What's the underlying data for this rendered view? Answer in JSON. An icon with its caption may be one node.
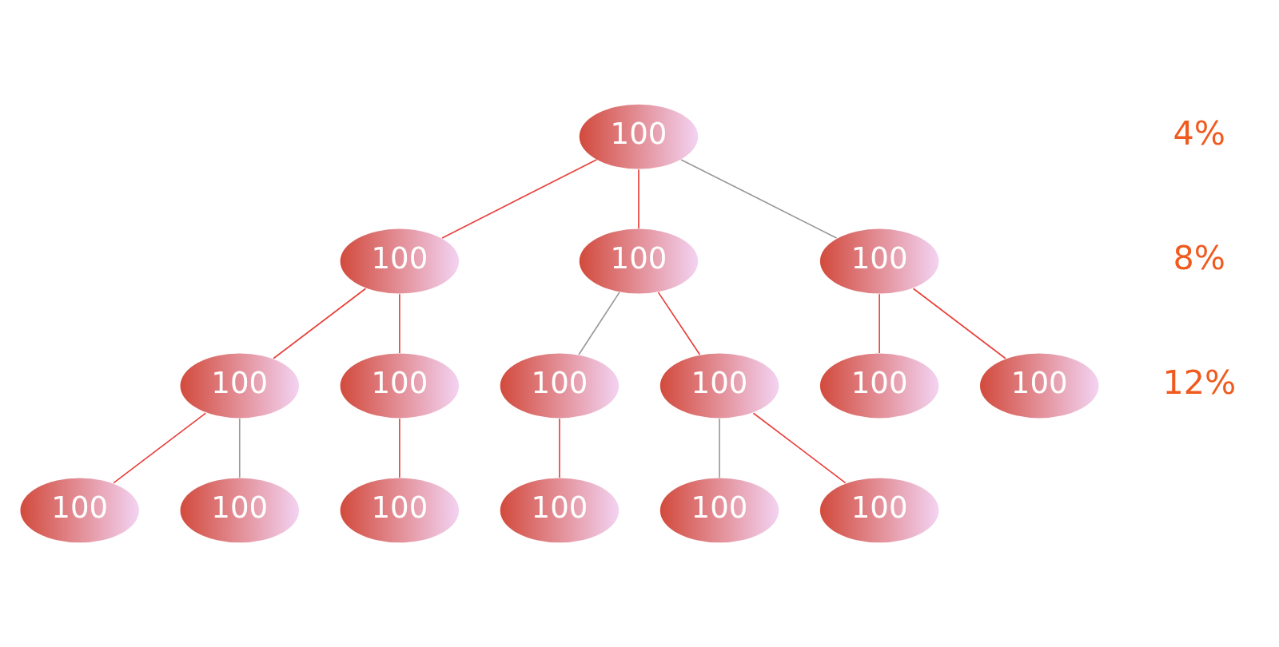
{
  "diagram": {
    "nodes": [
      {
        "text": [
          "100"
        ]
      },
      {
        "text": [
          "100"
        ]
      },
      {
        "text": [
          "100"
        ]
      },
      {
        "text": [
          "100"
        ]
      },
      {
        "text": [
          "100"
        ]
      },
      {
        "text": [
          "100"
        ]
      },
      {
        "text": [
          "100"
        ]
      },
      {
        "text": [
          "100"
        ]
      },
      {
        "text": [
          "100"
        ]
      },
      {
        "text": [
          "100"
        ]
      },
      {
        "text": [
          "100"
        ]
      },
      {
        "text": [
          "100"
        ]
      },
      {
        "text": [
          "100"
        ]
      },
      {
        "text": [
          "100"
        ]
      },
      {
        "text": [
          "100"
        ]
      },
      {
        "text": [
          "100"
        ]
      }
    ],
    "edges": [
      {
        "from": 0,
        "to": 1,
        "arrow": "none"
      },
      {
        "from": 0,
        "to": 5,
        "arrow": "none",
        "color": "#999999"
      },
      {
        "from": 0,
        "to": 2,
        "arrow": "none"
      },
      {
        "from": 1,
        "to": 3,
        "arrow": "none"
      },
      {
        "from": 1,
        "to": 4,
        "arrow": "none"
      },
      {
        "from": 2,
        "to": 6,
        "arrow": "none",
        "color": "#999999"
      },
      {
        "from": 2,
        "to": 7,
        "arrow": "none"
      },
      {
        "from": 3,
        "to": 8,
        "arrow": "none"
      },
      {
        "from": 3,
        "to": 9,
        "arrow": "none",
        "color": "#999999"
      },
      {
        "from": 4,
        "to": 14,
        "arrow": "none"
      },
      {
        "from": 5,
        "to": 10,
        "arrow": "none"
      },
      {
        "from": 5,
        "to": 11,
        "arrow": "none"
      },
      {
        "from": 6,
        "to": 15,
        "arrow": "none"
      },
      {
        "from": 7,
        "to": 12,
        "arrow": "none",
        "color": "#999999"
      },
      {
        "from": 7,
        "to": 13,
        "arrow": "none"
      }
    ],
    "labels": [
      "4%",
      "8%",
      "12%"
    ]
  }
}
